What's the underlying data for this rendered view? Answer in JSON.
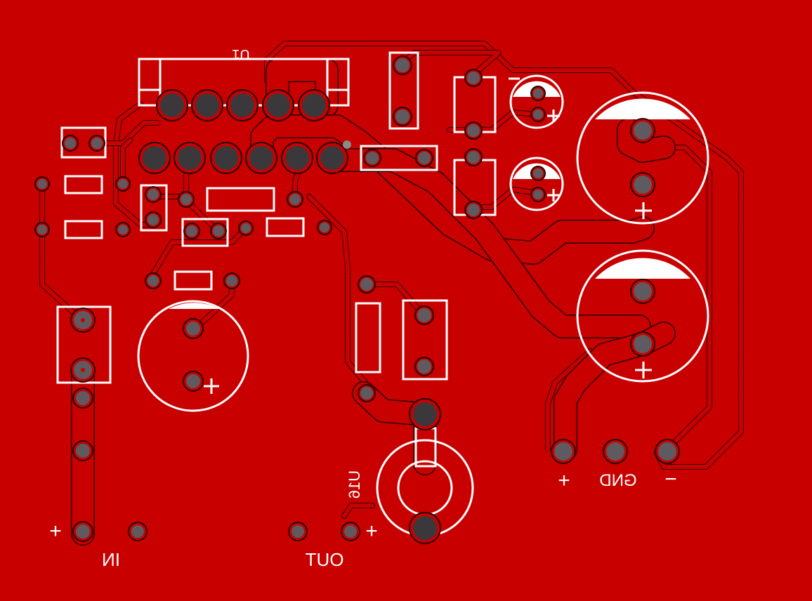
{
  "board": {
    "background_color": "#c80000",
    "silkscreen_color": "#ffffff",
    "pad_color": "#5e5a5f"
  },
  "labels": {
    "u1": "U1",
    "u16": "U16",
    "in": "IN",
    "out": "OUT",
    "plus_in": "+",
    "plus_out": "+",
    "plus_power": "+",
    "gnd": "GND",
    "minus_power": "−"
  }
}
